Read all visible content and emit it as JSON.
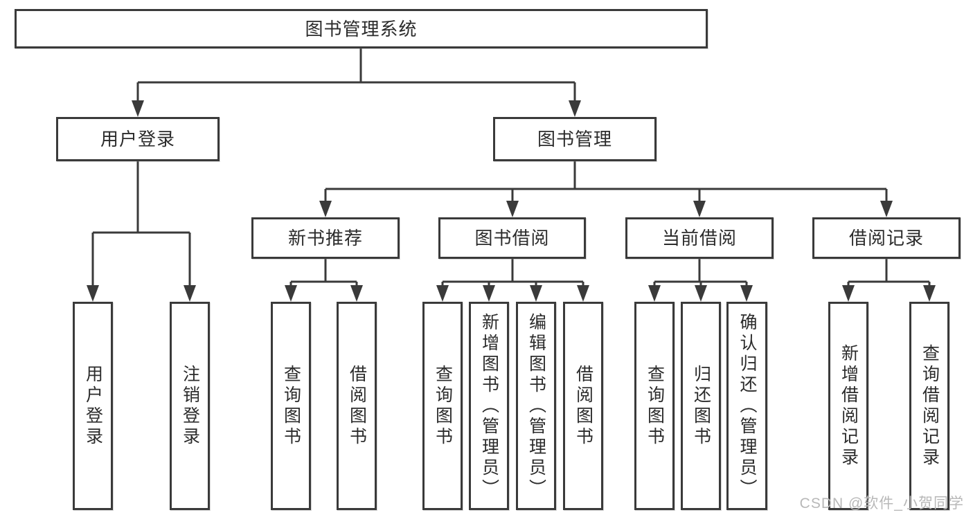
{
  "diagram": {
    "root": {
      "label": "图书管理系统"
    },
    "level2": [
      {
        "label": "用户登录"
      },
      {
        "label": "图书管理"
      }
    ],
    "level3": [
      {
        "label": "新书推荐"
      },
      {
        "label": "图书借阅"
      },
      {
        "label": "当前借阅"
      },
      {
        "label": "借阅记录"
      }
    ],
    "leaves": {
      "user_login": [
        "用户登录",
        "注销登录"
      ],
      "new_book_recommend": [
        "查询图书",
        "借阅图书"
      ],
      "book_borrow": [
        "查询图书",
        "新增图书（管理员）",
        "编辑图书（管理员）",
        "借阅图书"
      ],
      "current_borrow": [
        "查询图书",
        "归还图书",
        "确认归还（管理员）"
      ],
      "borrow_records": [
        "新增借阅记录",
        "查询借阅记录"
      ]
    }
  },
  "watermark": {
    "text": "CSDN @软件_小贺同学"
  },
  "colors": {
    "line": "#3a3a3a",
    "text": "#2b2b2b",
    "watermark": "#b8b8b8",
    "background": "#ffffff"
  }
}
